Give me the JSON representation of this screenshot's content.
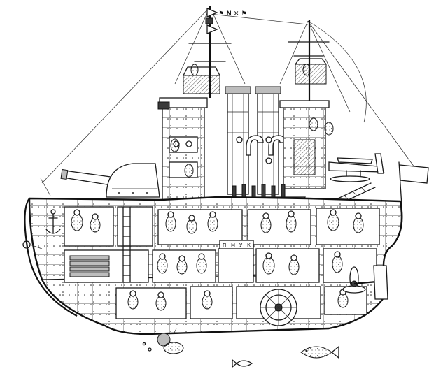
{
  "flag_top": {
    "lettering": "⚑ N ✕ ⚑"
  },
  "signboard": {
    "letters": [
      "П",
      "М",
      "У",
      "К"
    ]
  },
  "colors": {
    "ink": "#1a1a1a",
    "paper": "#ffffff",
    "shade": "#bdbdbd"
  }
}
